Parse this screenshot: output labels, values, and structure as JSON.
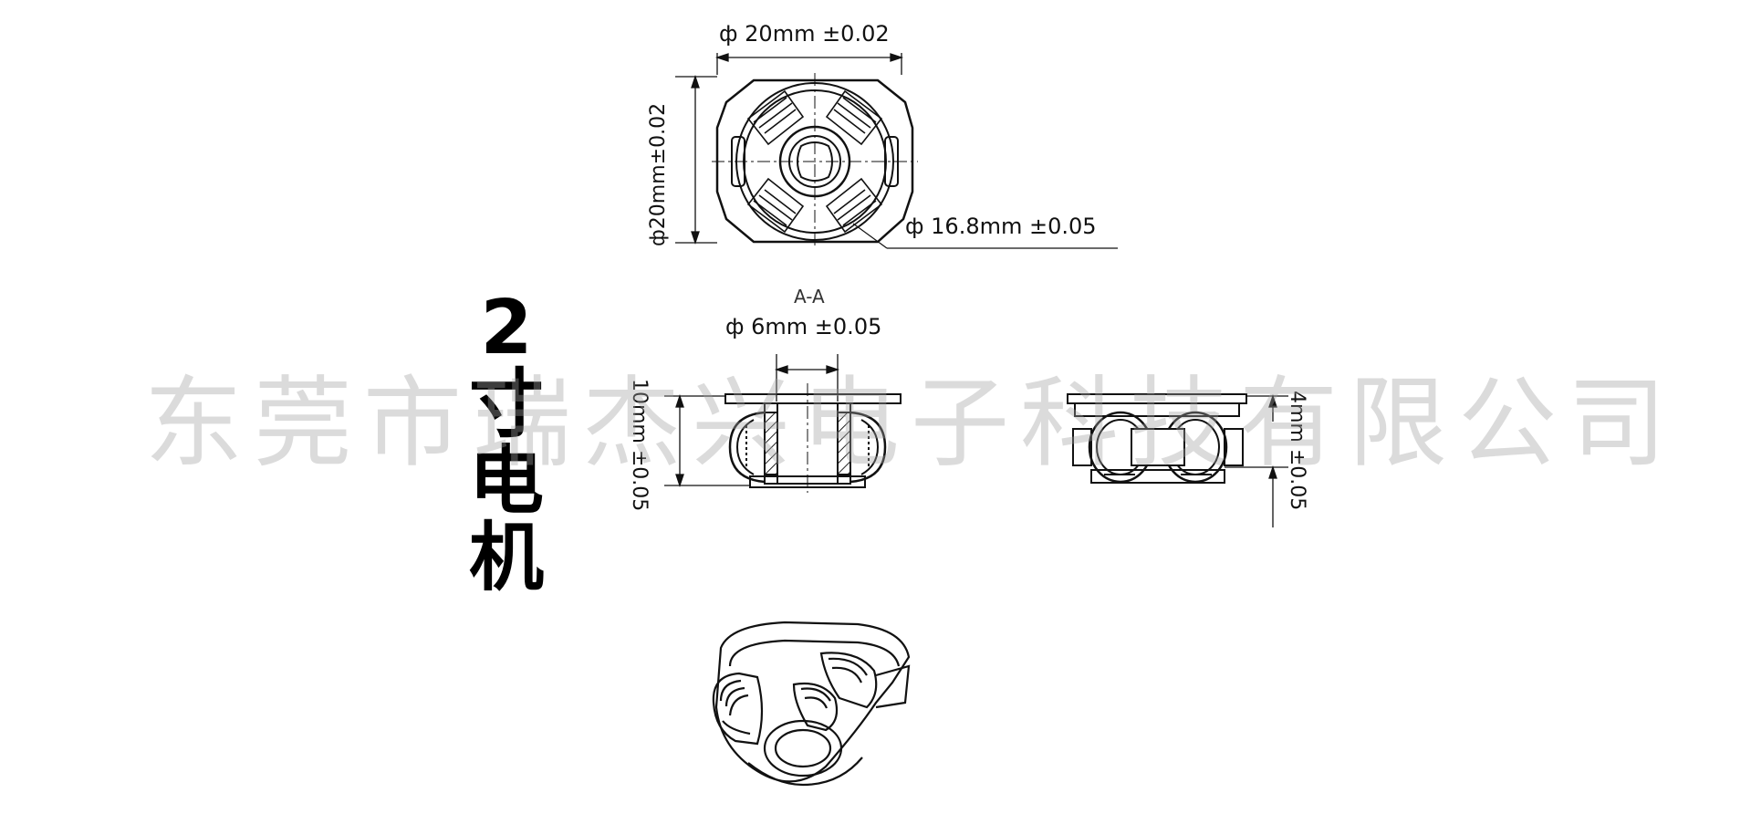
{
  "title_chars": [
    "2",
    "寸",
    "电",
    "机"
  ],
  "watermark": "东莞市瑞杰兴电子科技有限公司",
  "dims": {
    "top_width": "ф 20mm ±0.02",
    "top_height": "ф20mm±0.02",
    "outer_ring": "ф 16.8mm ±0.05",
    "section_label": "A-A",
    "shaft": "ф 6mm ±0.05",
    "side_height": "10mm ±0.05",
    "right_height": "4mm ±0.05"
  }
}
